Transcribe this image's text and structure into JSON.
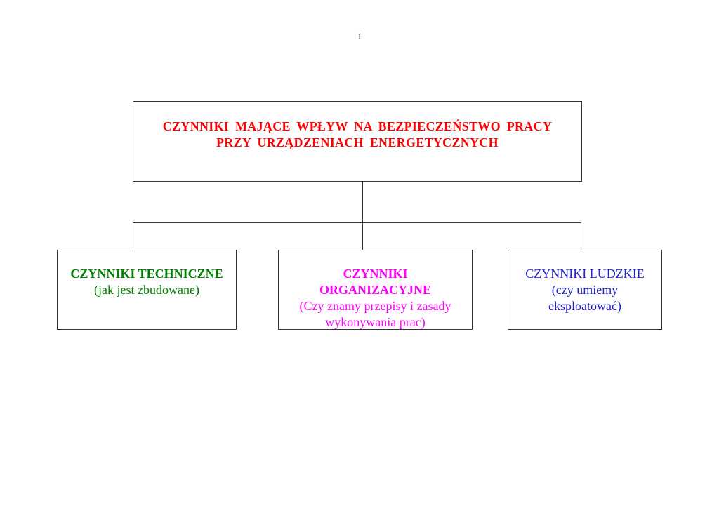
{
  "page": {
    "number": "1"
  },
  "colors": {
    "root": "#ff0000",
    "technical": "#008000",
    "organizational": "#ff00ff",
    "human": "#2222cc",
    "lines": "#333333"
  },
  "diagram": {
    "root": {
      "line1": "CZYNNIKI  MAJĄCE  WPŁYW  NA  BEZPIECZEŃSTWO  PRACY",
      "line2": "PRZY  URZĄDZENIACH  ENERGETYCZNYCH"
    },
    "children": [
      {
        "title_lines": [
          "CZYNNIKI TECHNICZNE"
        ],
        "sub_lines": [
          "(jak jest zbudowane)"
        ]
      },
      {
        "title_lines": [
          "CZYNNIKI",
          "ORGANIZACYJNE"
        ],
        "sub_lines": [
          "(Czy znamy przepisy i zasady",
          "wykonywania prac)"
        ]
      },
      {
        "title_lines": [
          "CZYNNIKI LUDZKIE"
        ],
        "sub_lines": [
          "(czy umiemy",
          "eksploatować)"
        ]
      }
    ]
  }
}
